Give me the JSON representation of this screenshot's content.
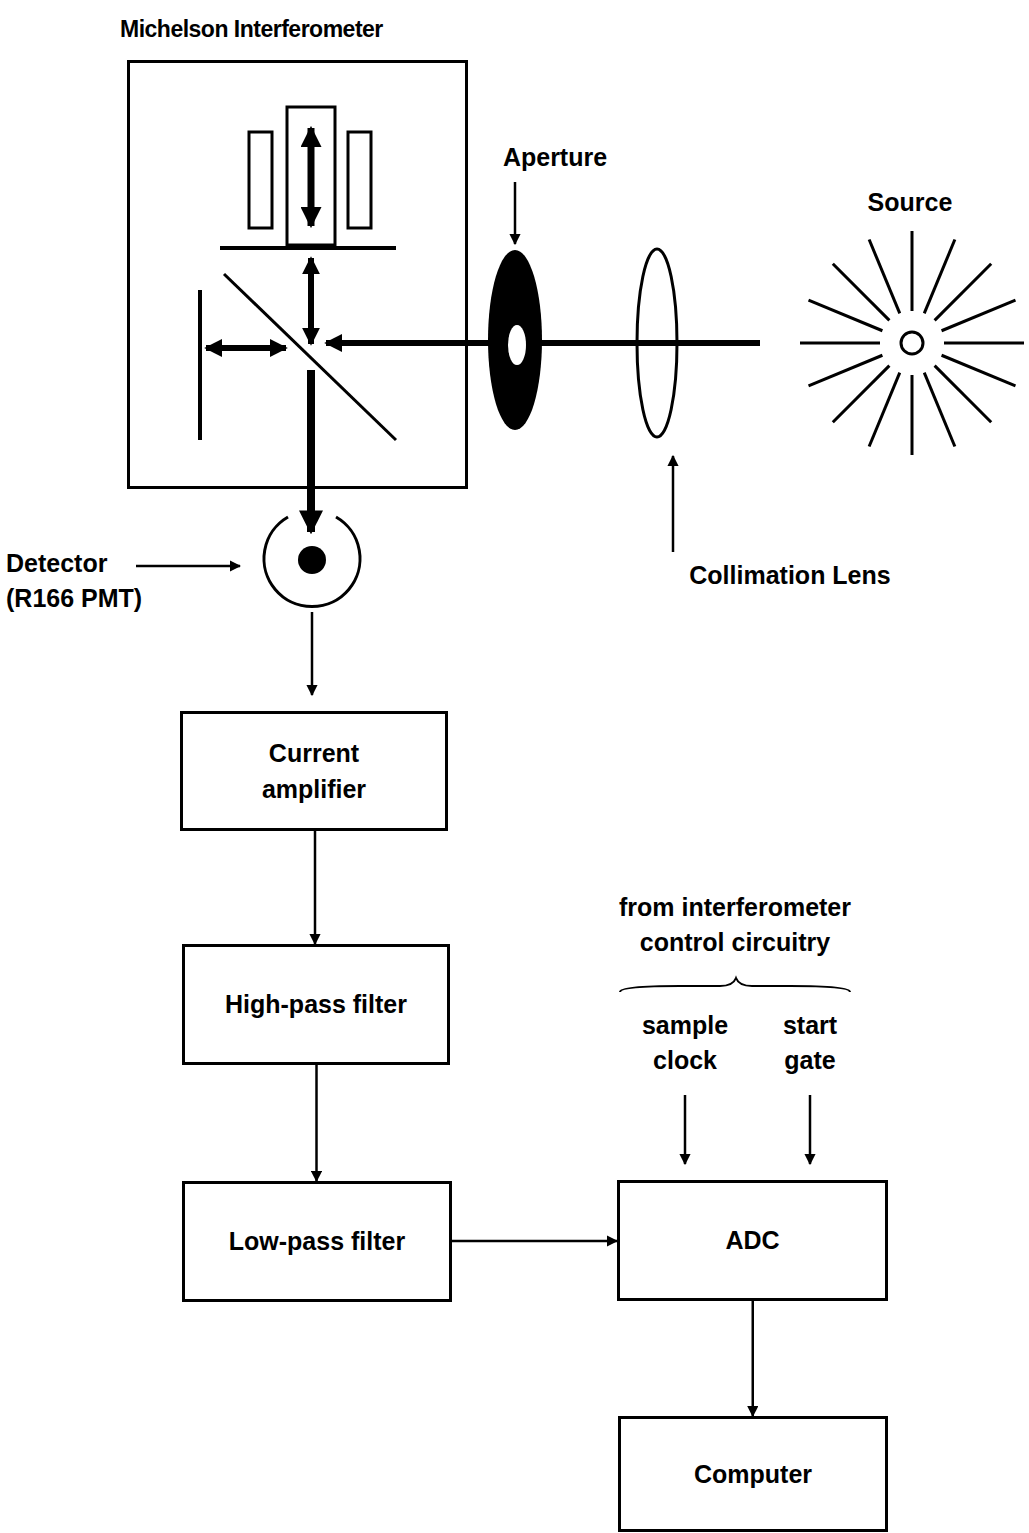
{
  "diagram": {
    "nodes": [
      {
        "text": [
          "Michelson Interferometer"
        ]
      },
      {
        "text": [
          "Current amplifier"
        ]
      },
      {
        "text": [
          "High-pass filter"
        ]
      },
      {
        "text": [
          "Low-pass filter"
        ]
      },
      {
        "text": [
          "ADC"
        ]
      },
      {
        "text": [
          "Computer"
        ]
      }
    ],
    "edges": [
      {
        "from": 1,
        "to": 2,
        "arrow": "to"
      },
      {
        "from": 2,
        "to": 3,
        "arrow": "to"
      },
      {
        "from": 3,
        "to": 4,
        "arrow": "to"
      },
      {
        "from": 4,
        "to": 5,
        "arrow": "to"
      }
    ],
    "labels": [
      "Aperture",
      "Source",
      "Detector (R166 PMT)",
      "Collimation Lens",
      "from interferometer control circuitry",
      "sample clock",
      "start gate"
    ]
  }
}
